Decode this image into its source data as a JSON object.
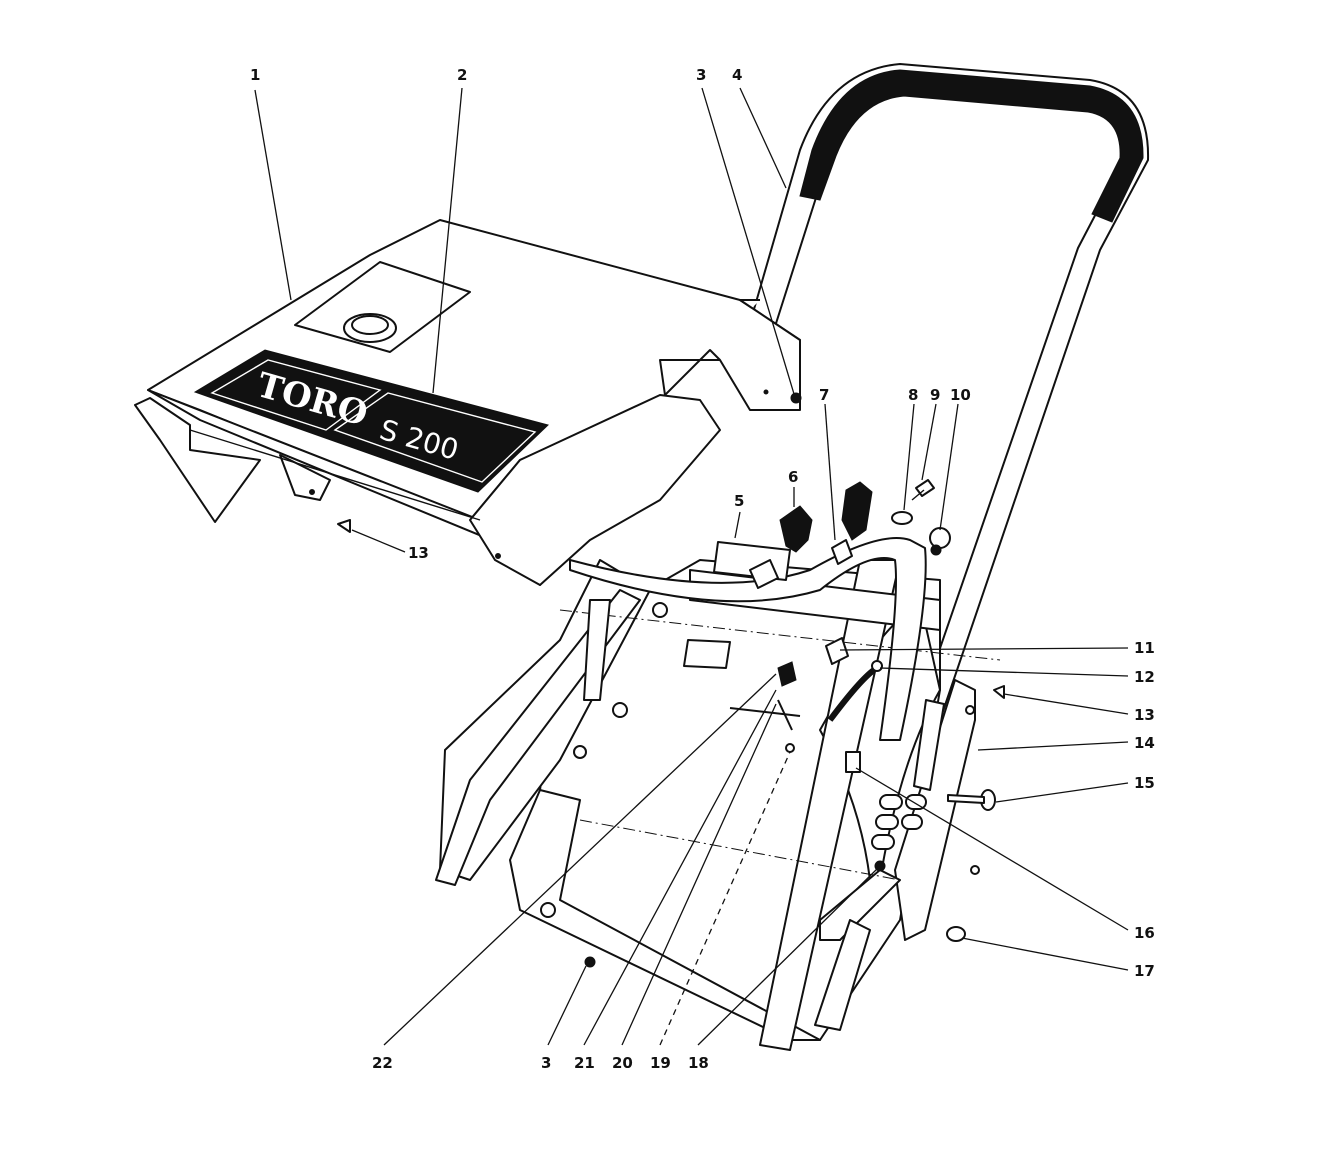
{
  "logo": {
    "brand": "TORO",
    "model": "S 200"
  },
  "parts": [
    {
      "number": "1"
    },
    {
      "number": "2"
    },
    {
      "number": "3"
    },
    {
      "number": "4"
    },
    {
      "number": "5"
    },
    {
      "number": "6"
    },
    {
      "number": "7"
    },
    {
      "number": "8"
    },
    {
      "number": "9"
    },
    {
      "number": "10"
    },
    {
      "number": "11"
    },
    {
      "number": "12"
    },
    {
      "number": "13"
    },
    {
      "number": "13"
    },
    {
      "number": "14"
    },
    {
      "number": "15"
    },
    {
      "number": "16"
    },
    {
      "number": "17"
    },
    {
      "number": "22"
    },
    {
      "number": "3"
    },
    {
      "number": "21"
    },
    {
      "number": "20"
    },
    {
      "number": "19"
    },
    {
      "number": "18"
    }
  ]
}
